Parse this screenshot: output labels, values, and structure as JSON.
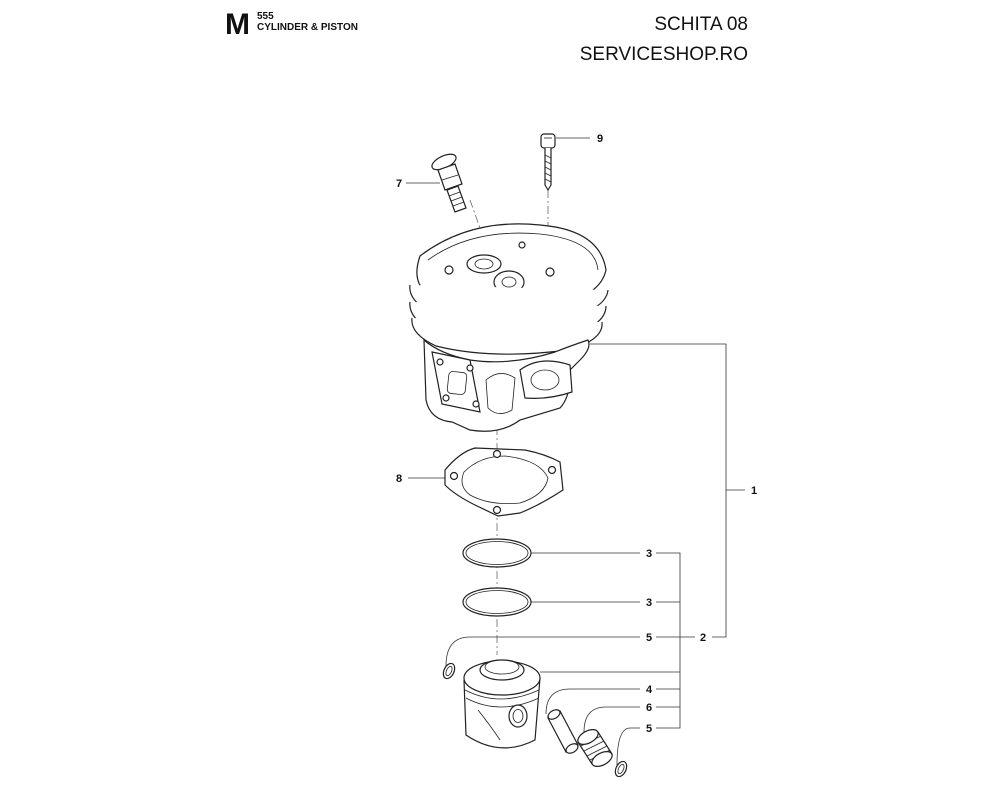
{
  "header": {
    "section_letter": "M",
    "model": "555",
    "title": "CYLINDER & PISTON",
    "sheet": "SCHITA 08",
    "site": "SERVICESHOP.RO"
  },
  "callouts": {
    "c1": "1",
    "c2": "2",
    "c3a": "3",
    "c3b": "3",
    "c4": "4",
    "c5a": "5",
    "c5b": "5",
    "c6": "6",
    "c7": "7",
    "c8": "8",
    "c9": "9"
  }
}
